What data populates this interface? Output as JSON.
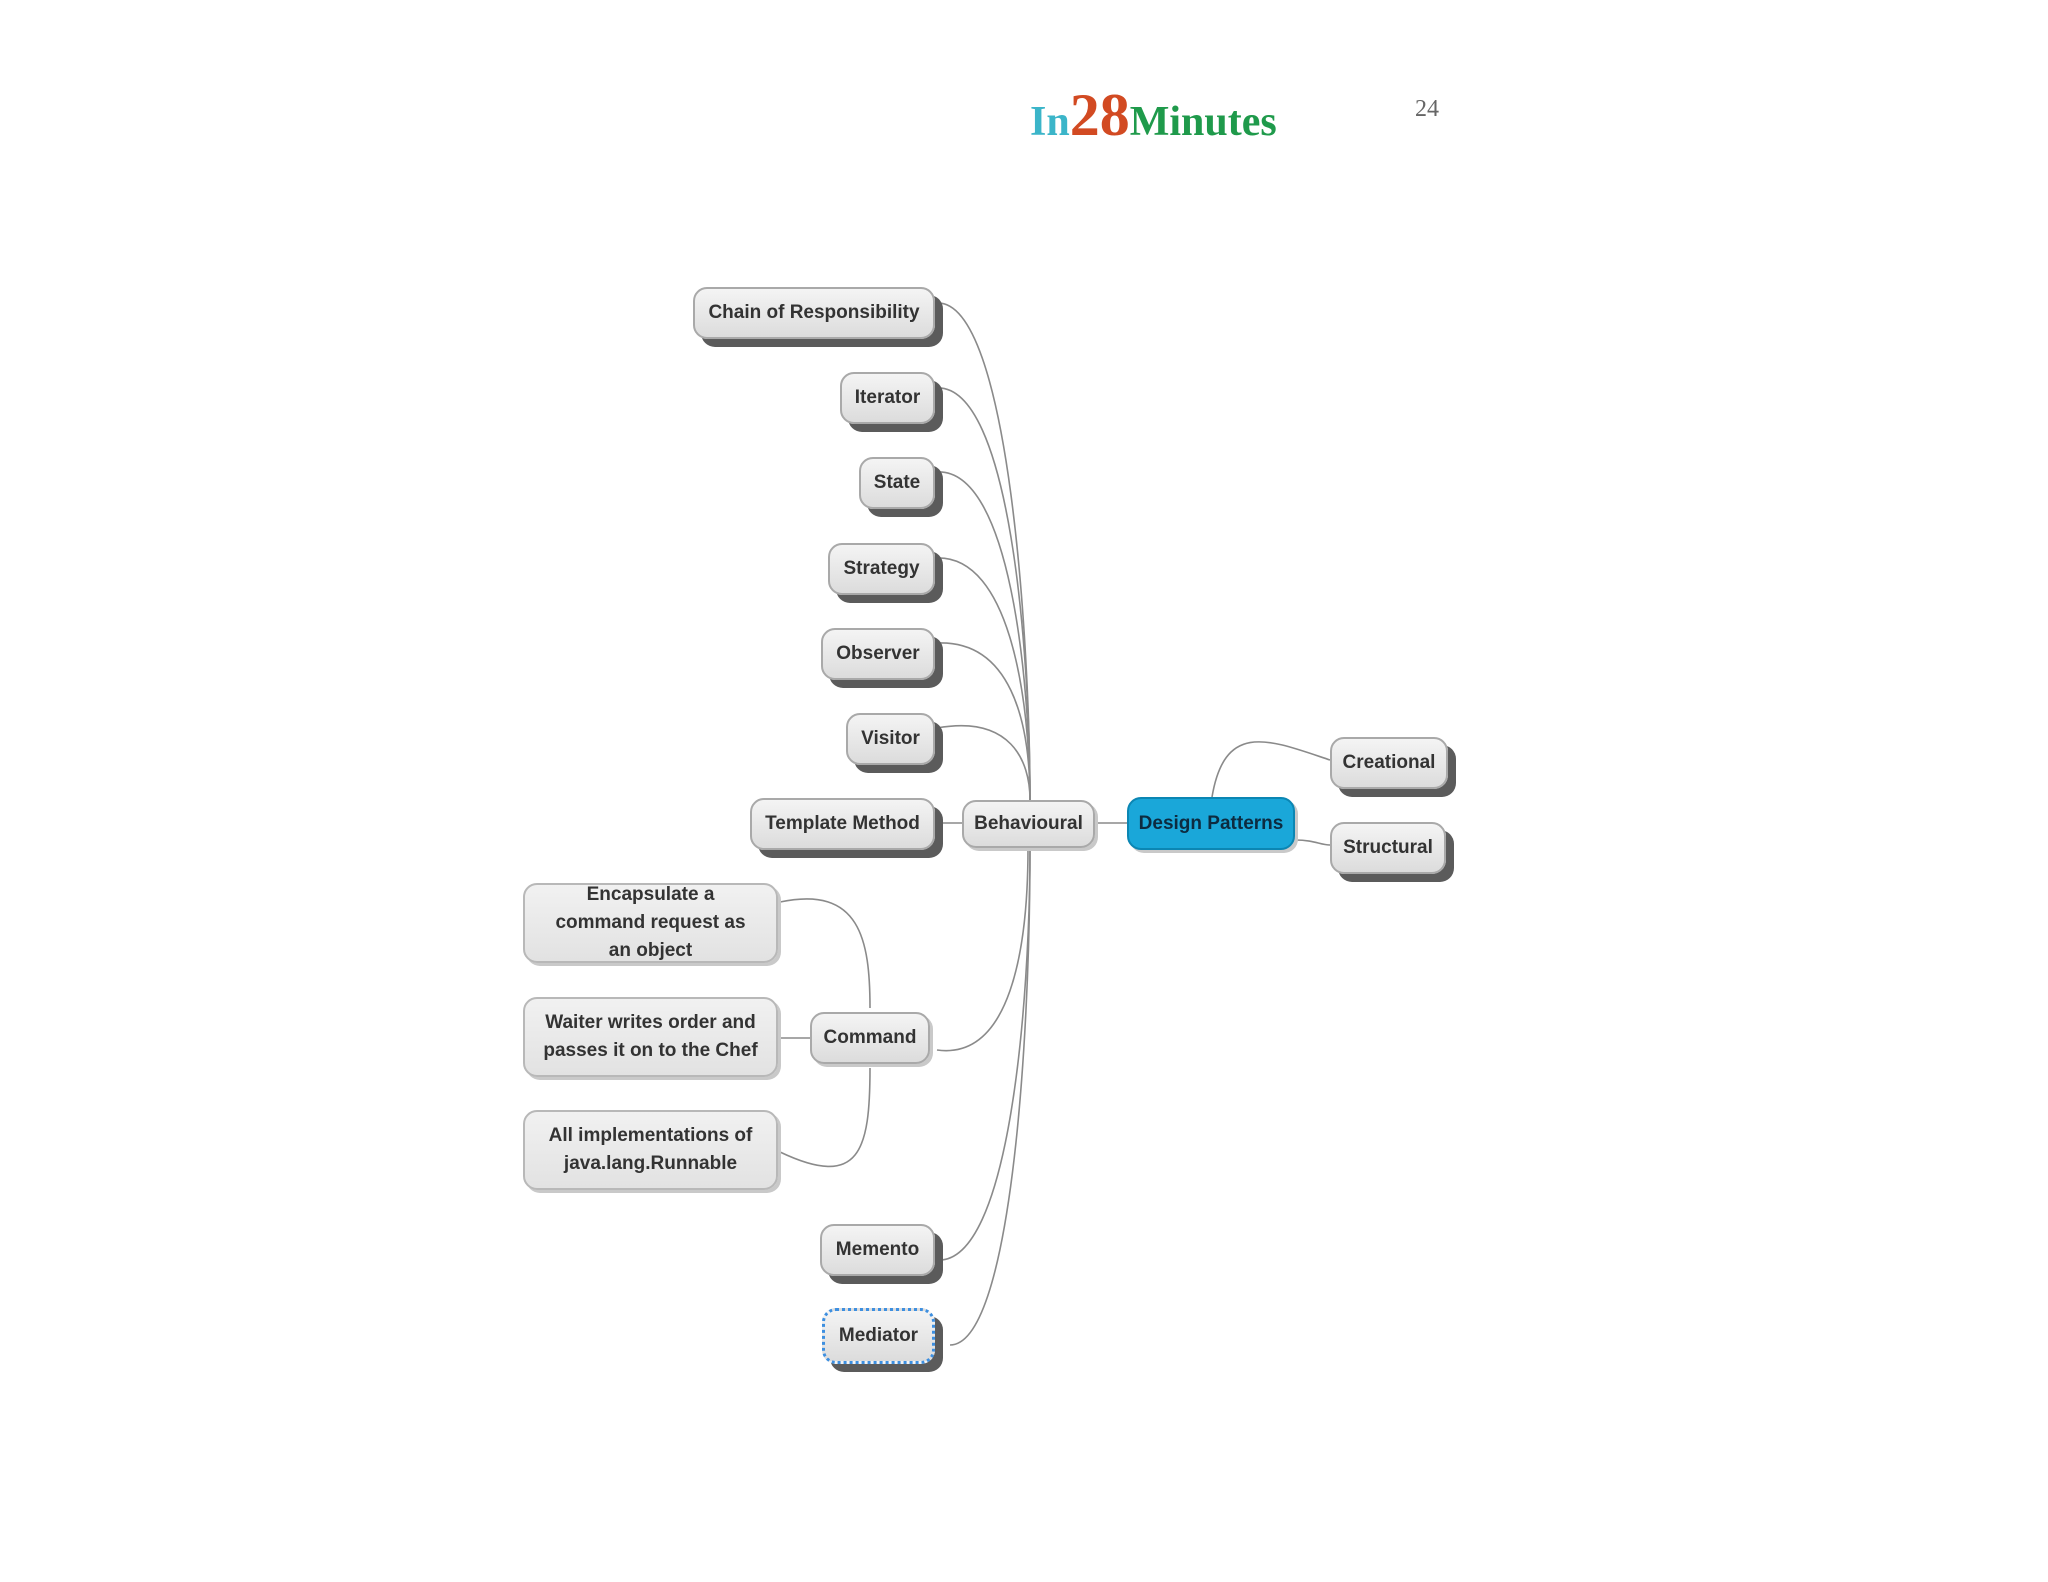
{
  "header": {
    "logo": {
      "in": "In",
      "num": "28",
      "minutes": "Minutes"
    },
    "page_number": "24"
  },
  "colors": {
    "logo_in": "#3bb5c9",
    "logo_num": "#d24a22",
    "logo_minutes": "#1f9a4b",
    "root_node": "#1aa7d9",
    "connector": "#8a8a8a",
    "selection": "#3d8fe0"
  },
  "mindmap": {
    "root": "Design Patterns",
    "branches": {
      "creational": "Creational",
      "structural": "Structural",
      "behavioural": "Behavioural"
    },
    "behavioural_children": {
      "chain": "Chain of Responsibility",
      "iterator": "Iterator",
      "state": "State",
      "strategy": "Strategy",
      "observer": "Observer",
      "visitor": "Visitor",
      "template": "Template Method",
      "command": "Command",
      "memento": "Memento",
      "mediator": "Mediator"
    },
    "command_notes": {
      "note1": "Encapsulate a command request as an object",
      "note2": "Waiter writes order and passes it on to the Chef",
      "note3": "All implementations of java.lang.Runnable"
    },
    "selected_node": "Mediator"
  }
}
